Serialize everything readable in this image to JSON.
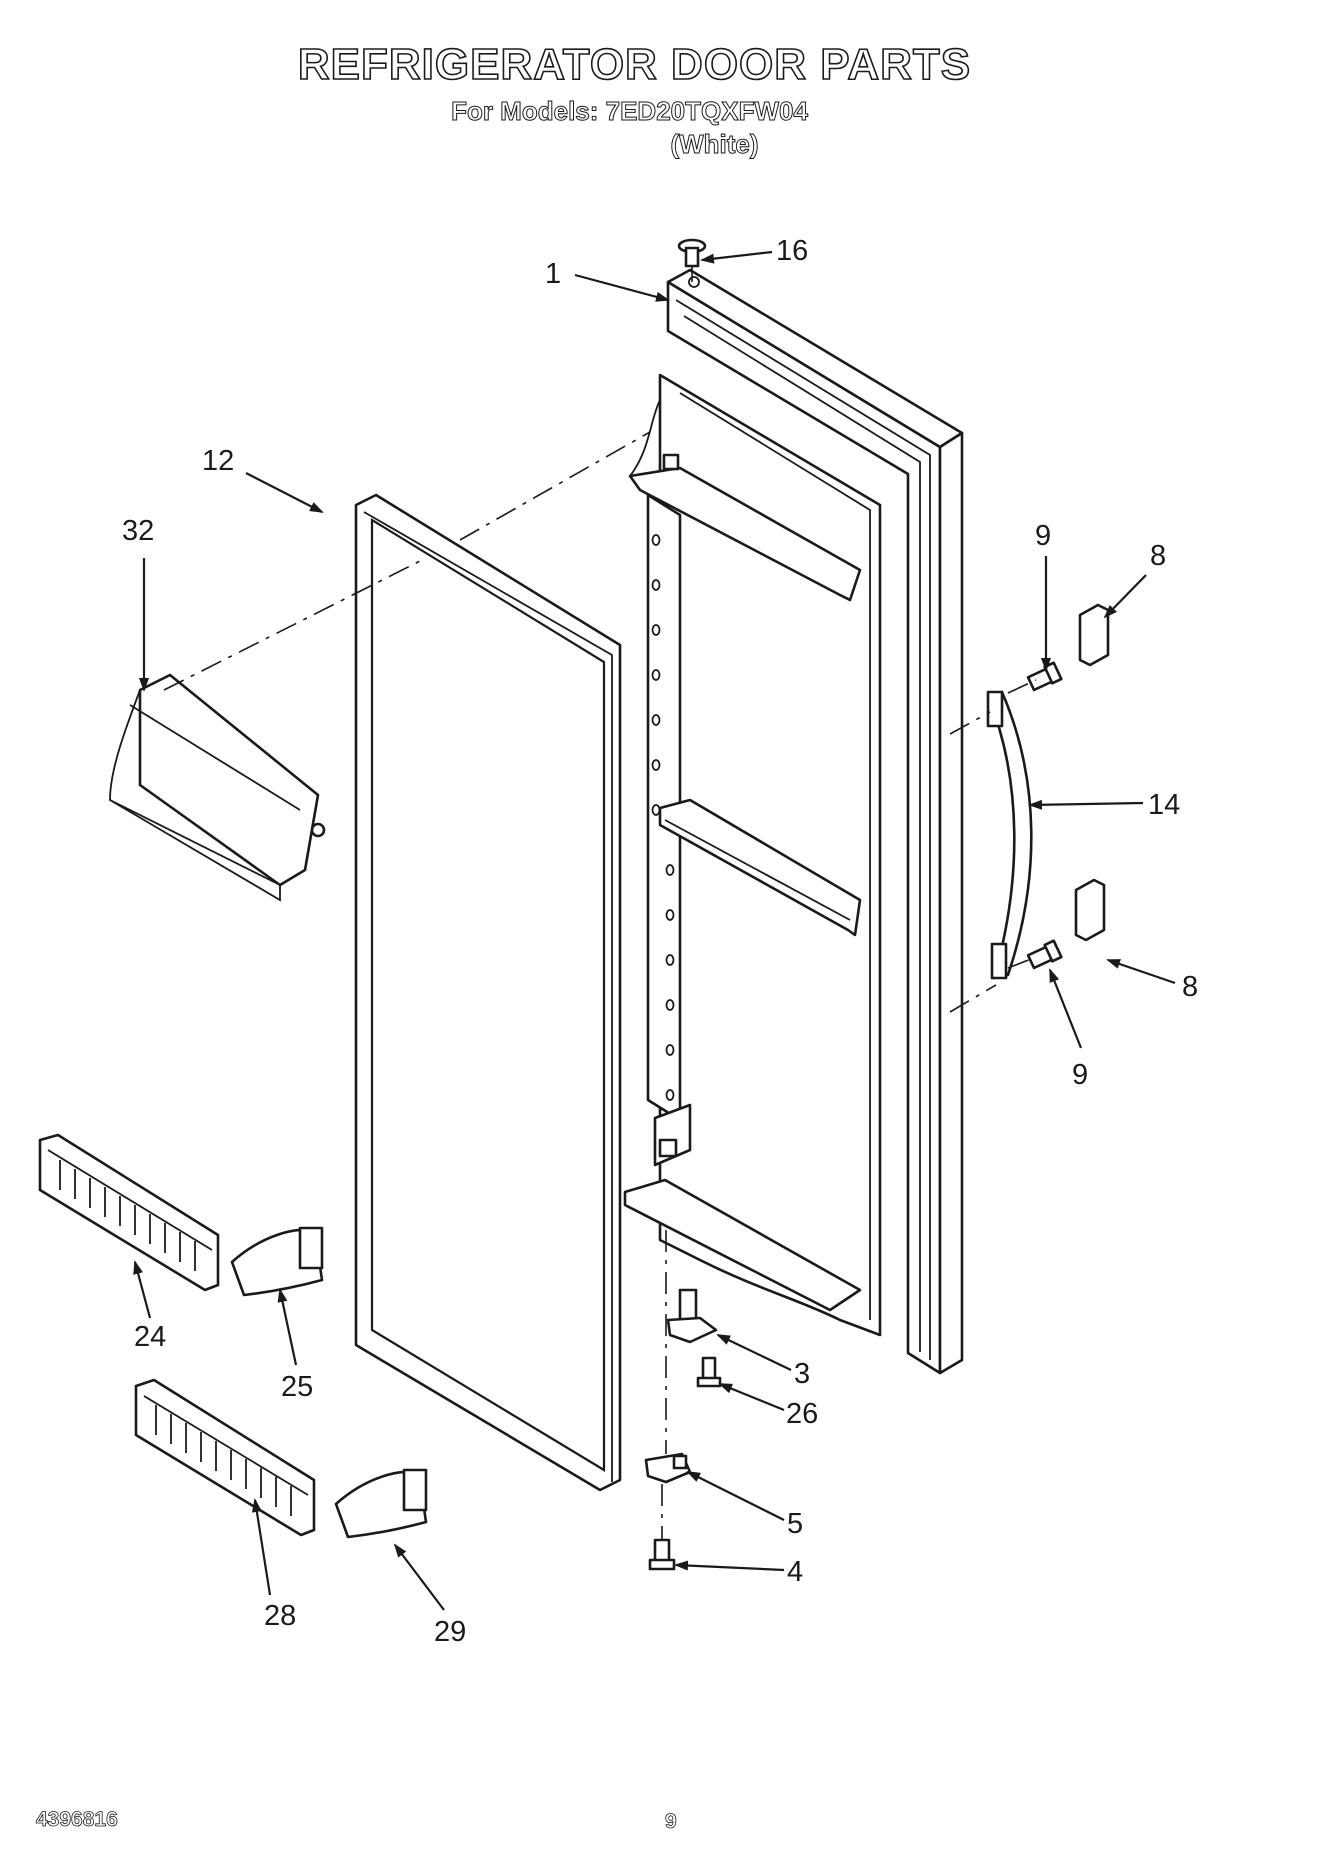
{
  "header": {
    "title": "REFRIGERATOR DOOR PARTS",
    "models_line": "For Models: 7ED20TQXFW04",
    "color_note": "(White)"
  },
  "callouts": {
    "p1": "1",
    "p3": "3",
    "p4": "4",
    "p5": "5",
    "p8a": "8",
    "p8b": "8",
    "p9a": "9",
    "p9b": "9",
    "p12": "12",
    "p14": "14",
    "p16": "16",
    "p24": "24",
    "p25": "25",
    "p26": "26",
    "p28": "28",
    "p29": "29",
    "p32": "32"
  },
  "footer": {
    "doc_number": "4396816",
    "page_number": "9"
  }
}
